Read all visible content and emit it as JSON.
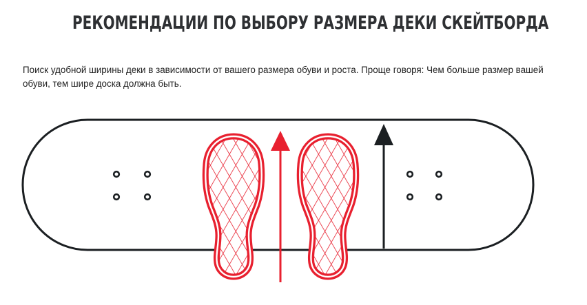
{
  "header": {
    "title": "РЕКОМЕНДАЦИИ ПО ВЫБОРУ РАЗМЕРА ДЕКИ СКЕЙТБОРДА"
  },
  "content": {
    "description": "Поиск удобной ширины деки в зависимости от вашего размера обуви и роста. Проще говоря: Чем больше размер вашей обуви, тем шире доска должна быть."
  },
  "diagram": {
    "colors": {
      "deck_outline": "#1b1f22",
      "shoe_print": "#e8202f",
      "length_arrow": "#e8202f",
      "width_arrow": "#1b1f22",
      "background": "#ffffff"
    },
    "elements": [
      "skateboard-deck",
      "truck-bolt-holes-left",
      "truck-bolt-holes-right",
      "shoe-print-left",
      "shoe-print-right",
      "shoe-length-arrow",
      "deck-width-arrow"
    ]
  }
}
